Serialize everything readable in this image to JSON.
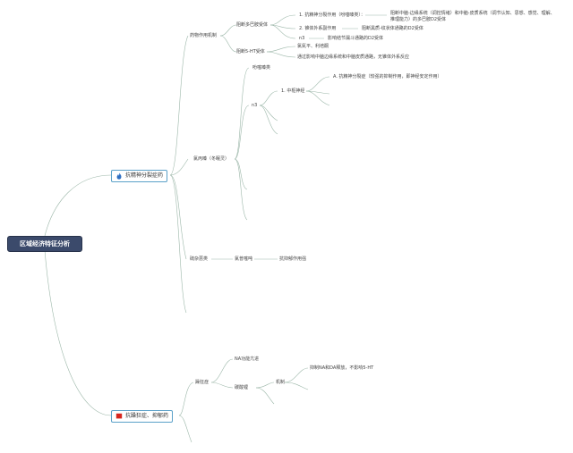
{
  "root": {
    "label": "区域经济特征分析"
  },
  "branches": [
    {
      "label": "抗精神分裂症药",
      "icon": "flame-icon"
    },
    {
      "label": "抗躁狂症、抑郁药",
      "icon": "red-flag-icon"
    }
  ],
  "nodes": {
    "n1": "药物作用机制",
    "n2": "阻断多巴胺受体",
    "n3": "1. 抗精神分裂作用（吩噻嗪类）：",
    "n4": "阻断中脑-边缘系统（调控情绪）和中脑-皮质系统（调节认知、思想、感觉、理解、推理能力）的多巴胺D2受体",
    "n5": "2. 锥体外系副作用",
    "n6": "阻断黑质-纹状体通路的D2受体",
    "n7": "n3",
    "n8": "影响结节漏斗通路的D2受体",
    "n9": "阻断5-HT受体",
    "n10": "氯氮平、利培酮",
    "n11": "通过影响中脑边缘系统和中脑皮质通路，无锥体外系反应",
    "n12": "氯丙嗪（冬眠灵）",
    "n13": "吩噻嗪类",
    "n14": "n3",
    "n15": "1. 中枢神经",
    "n16": "A. 抗精神分裂症（较强的抑制作用，即神经安定作用）",
    "n17": "硫杂蒽类",
    "n18": "氯普噻吨",
    "n19": "抗抑郁作用强",
    "n20": "躁狂症",
    "n21": "NA功能亢进",
    "n22": "碳酸锂",
    "n23": "机制",
    "n24": "抑制NA和DA释放，不影响5-HT"
  }
}
